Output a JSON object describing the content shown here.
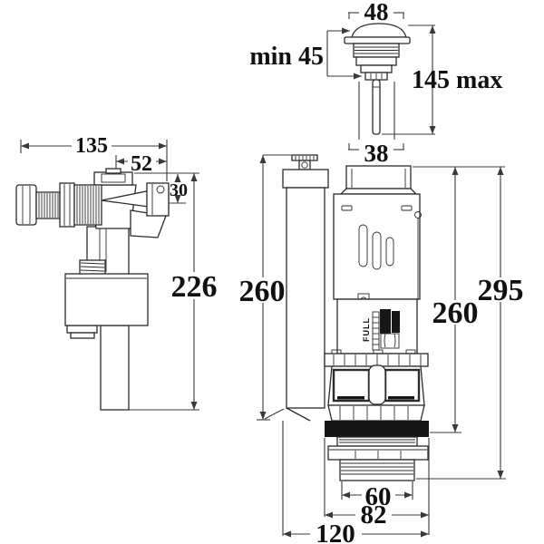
{
  "colors": {
    "background": "#ffffff",
    "line": "#2b2b2b",
    "gasket": "#161616",
    "slider_block": "#111111"
  },
  "fill_valve": {
    "dims": {
      "overall_length": "135",
      "head_width": "52",
      "arm_height": "30",
      "overall_height": "226"
    }
  },
  "push_button": {
    "dims": {
      "cap_width": "48",
      "min_insert": "min 45",
      "max_length": "145 max",
      "stem_base_width": "38"
    }
  },
  "flush_valve": {
    "body_label": "FULL",
    "dims": {
      "overflow_height": "260",
      "valve_height": "260",
      "overall_height": "295",
      "outlet_thread_width": "60",
      "locknut_width": "82",
      "base_width": "120"
    }
  }
}
